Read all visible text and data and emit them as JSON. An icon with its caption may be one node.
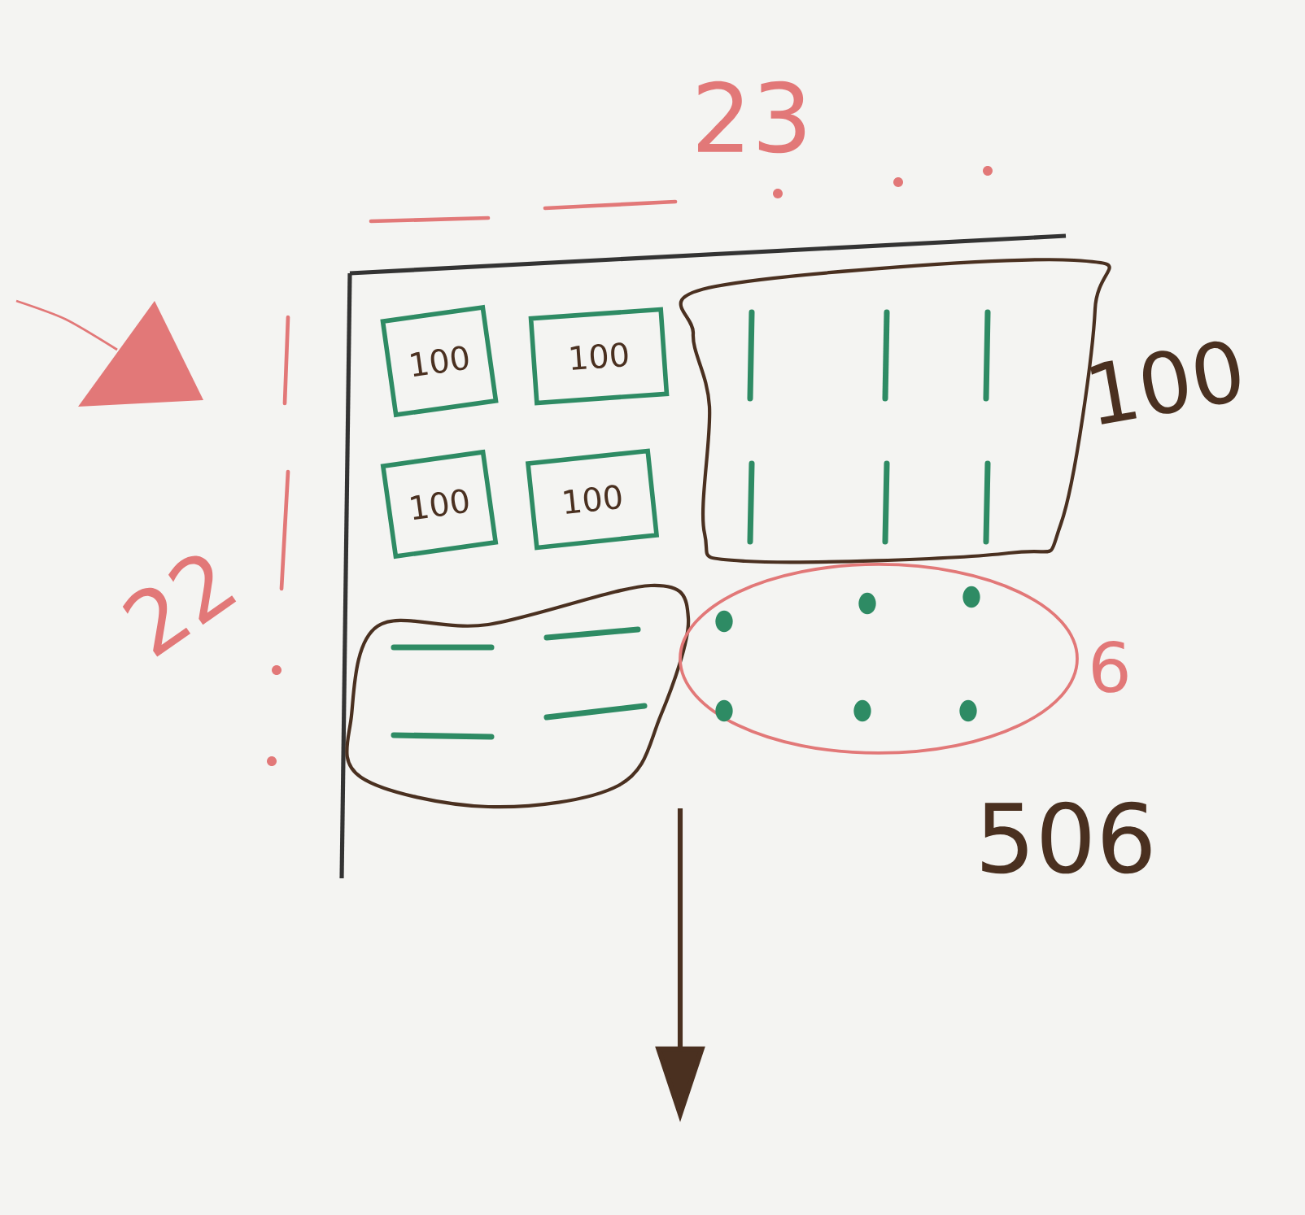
{
  "diagram": {
    "nodes": [
      {
        "text": [
          "100"
        ]
      },
      {
        "text": [
          "100"
        ]
      },
      {
        "text": [
          "100"
        ]
      },
      {
        "text": [
          "100"
        ]
      },
      {
        "text": [],
        "shape": "blob",
        "beside": [
          "100"
        ]
      },
      {
        "text": [],
        "shape": "blob"
      },
      {
        "text": [],
        "shape": "oval",
        "beside": [
          "6"
        ]
      }
    ],
    "labels": [
      "23",
      "22",
      "506"
    ]
  }
}
